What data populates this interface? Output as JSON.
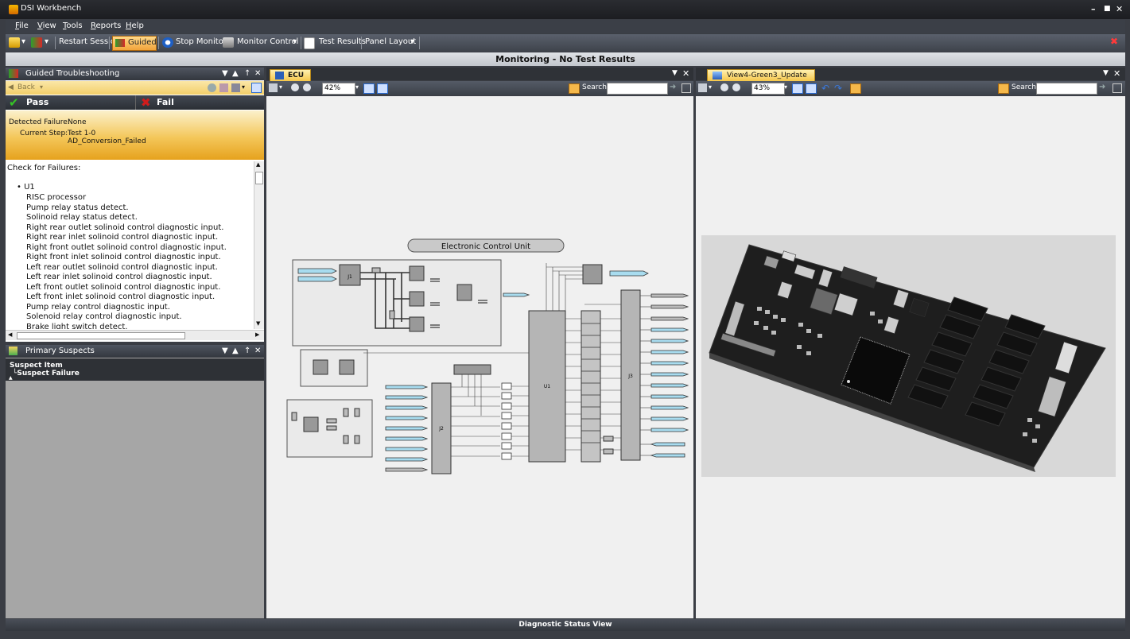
{
  "window": {
    "title": "DSI Workbench"
  },
  "menu": [
    {
      "key": "F",
      "rest": "ile"
    },
    {
      "key": "V",
      "rest": "iew"
    },
    {
      "key": "T",
      "rest": "ools"
    },
    {
      "key": "R",
      "rest": "eports"
    },
    {
      "key": "H",
      "rest": "elp"
    }
  ],
  "toolbar": {
    "restart": "Restart Session",
    "guided": "Guided",
    "stop_monitor": "Stop Monitor",
    "monitor_control": "Monitor Control",
    "test_results": "Test Results",
    "panel_layout": "Panel Layout"
  },
  "banner": "Monitoring - No Test Results",
  "guided_panel": {
    "title": "Guided Troubleshooting",
    "back": "Back",
    "pass": "Pass",
    "fail": "Fail",
    "detected_label": "Detected Failure:",
    "detected_value": "None",
    "step_label": "Current Step:",
    "step_value": "Test 1-0",
    "step_name": "AD_Conversion_Failed",
    "check_header": "Check for Failures:",
    "component": "U1",
    "items": [
      "RISC processor",
      "Pump relay status detect.",
      "Solinoid relay status detect.",
      "Right rear outlet solinoid control diagnostic input.",
      "Right rear inlet solinoid control diagnostic input.",
      "Right front outlet solinoid control diagnostic input.",
      "Right front inlet solinoid control diagnostic input.",
      "Left rear outlet solinoid control diagnostic input.",
      "Left rear inlet solinoid control diagnostic input.",
      "Left front outlet solinoid control diagnostic input.",
      "Left front inlet solinoid control diagnostic input.",
      "Pump relay control diagnostic input.",
      "Solenoid relay control diagnostic input.",
      "Brake light switch detect."
    ]
  },
  "suspects_panel": {
    "title": "Primary Suspects",
    "col1": "Suspect Item",
    "col2": "Suspect Failure"
  },
  "ecu_view": {
    "tab": "ECU",
    "zoom": "42%",
    "search": "Search",
    "diagram_title": "Electronic Control Unit",
    "labels": {
      "j1": "J1",
      "j2": "J2",
      "j3": "J3",
      "u1": "U1"
    }
  },
  "board_view": {
    "tab": "View4-Green3_Update",
    "zoom": "43%",
    "search": "Search"
  },
  "status": "Diagnostic Status View",
  "colors": {
    "accent": "#f2a33a",
    "pass": "#35c425",
    "fail": "#d01c1c",
    "connector": "#a8dcef"
  }
}
